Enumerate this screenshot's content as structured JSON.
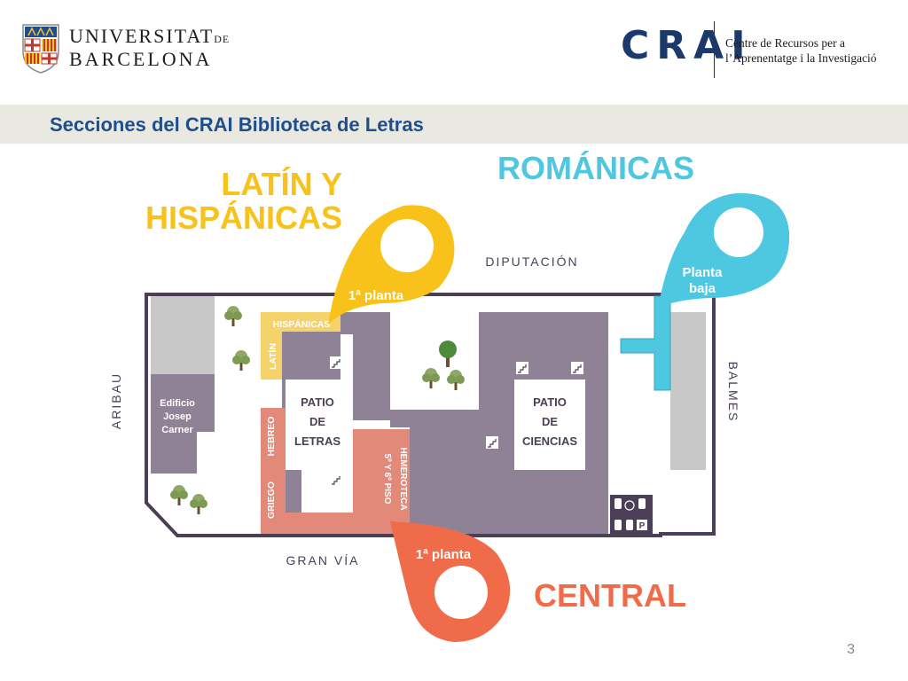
{
  "header": {
    "ub": {
      "line1": "UNIVERSITAT",
      "de": "DE",
      "line2": "BARCELONA"
    },
    "crai": {
      "logo": "CRAI",
      "desc_line1": "Centre de Recursos per a",
      "desc_line2": "l’Aprenentatge i la Investigació"
    }
  },
  "title": "Secciones del CRAI Biblioteca de Letras",
  "map": {
    "sections": {
      "latin_hispanicas": {
        "line1": "LATÍN Y",
        "line2": "HISPÁNICAS",
        "floor": "1ª planta",
        "color": "#f8c21a"
      },
      "romanicas": {
        "label": "ROMÁNICAS",
        "floor_line1": "Planta",
        "floor_line2": "baja",
        "color": "#4dc8e0"
      },
      "central": {
        "label": "CENTRAL",
        "floor": "1ª planta",
        "color": "#f06b4a"
      }
    },
    "streets": {
      "north": "DIPUTACIÓN",
      "south": "GRAN VÍA",
      "west": "ARIBAU",
      "east": "BALMES"
    },
    "building": {
      "josep_carner_line1": "Edificio",
      "josep_carner_line2": "Josep",
      "josep_carner_line3": "Carner",
      "hispanicas_label": "HISPÁNICAS",
      "latin_label": "LATÍN",
      "hebreo_label": "HEBREO",
      "griego_label": "GRIEGO",
      "hemeroteca_line1": "HEMEROTECA",
      "hemeroteca_line2": "5º Y 6º PISO",
      "patio_letras_line1": "PATIO",
      "patio_letras_line2": "DE",
      "patio_letras_line3": "LETRAS",
      "patio_ciencias_line1": "PATIO",
      "patio_ciencias_line2": "DE",
      "patio_ciencias_line3": "CIENCIAS",
      "parking": "P"
    },
    "colors": {
      "building": "#8f8296",
      "outline": "#4b3f57",
      "gray_block": "#c8c8c8",
      "central_area": "#e2897a",
      "latin_area": "#f3d36a",
      "tree": "#6a8a3f"
    }
  },
  "page_number": "3"
}
